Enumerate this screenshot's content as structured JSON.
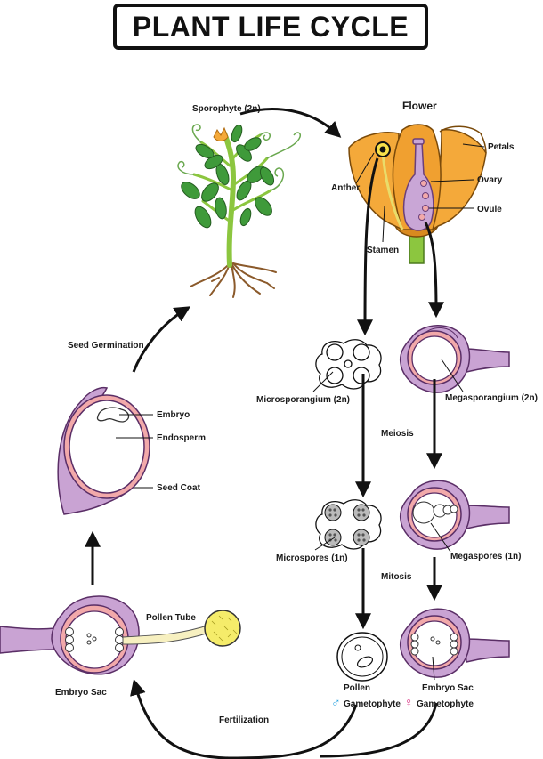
{
  "title": "PLANT LIFE CYCLE",
  "labels": {
    "sporophyte": "Sporophyte (2n)",
    "flower": "Flower",
    "petals": "Petals",
    "ovary": "Ovary",
    "ovule": "Ovule",
    "anther": "Anther",
    "stamen": "Stamen",
    "seed_germination": "Seed Germination",
    "embryo": "Embryo",
    "endosperm": "Endosperm",
    "seed_coat": "Seed Coat",
    "microsporangium": "Microsporangium (2n)",
    "megasporangium": "Megasporangium (2n)",
    "meiosis": "Meiosis",
    "microspores": "Microspores (1n)",
    "megaspores": "Megaspores (1n)",
    "mitosis": "Mitosis",
    "pollen_tube": "Pollen Tube",
    "embryo_sac": "Embryo Sac",
    "pollen": "Pollen",
    "pollen_gametophyte": "Gametophyte",
    "embryo_sac_2": "Embryo Sac",
    "embryo_sac_gametophyte": "Gametophyte",
    "fertilization": "Fertilization"
  },
  "symbols": {
    "male": "♂",
    "female": "♀"
  },
  "colors": {
    "petal": "#f4a93a",
    "petal_dark": "#d98a1f",
    "pistil": "#c9a6d6",
    "tissue_purple": "#c9a3d3",
    "tissue_pink": "#f2a9aa",
    "leaf_green": "#3f9a3a",
    "stem_green": "#8cc63f",
    "root_brown": "#8b5a2b",
    "pollen_yellow": "#f5ec6a",
    "male_symbol": "#2aa3e0",
    "female_symbol": "#d8287d"
  }
}
